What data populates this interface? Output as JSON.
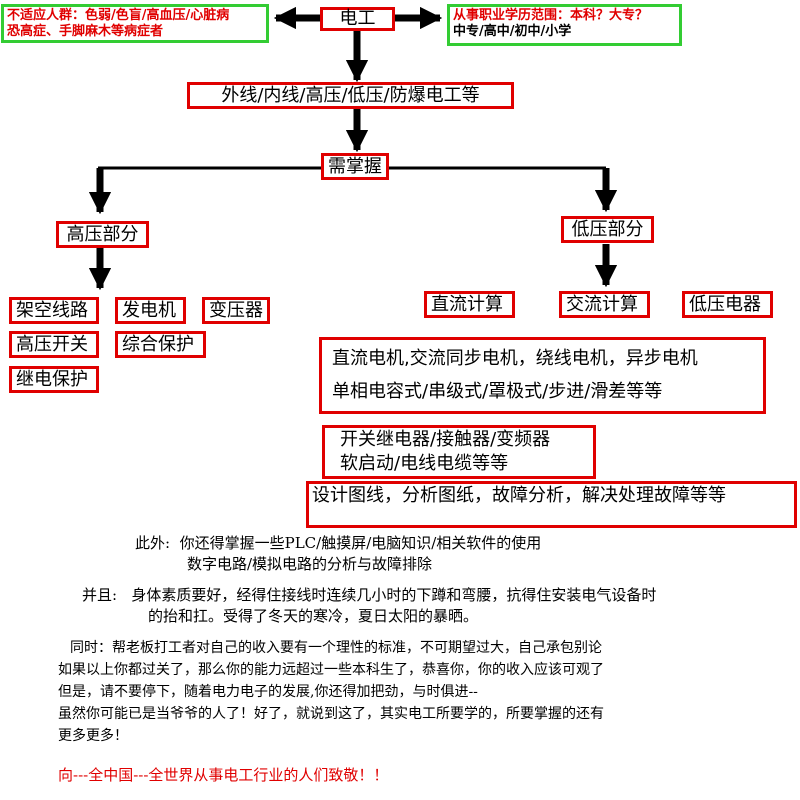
{
  "colors": {
    "box_border": "#e00000",
    "note_border": "#33cc33",
    "arrow": "#000000",
    "emphasis": "#e00000"
  },
  "diagram": {
    "root": "电工",
    "left_note": {
      "line1": "不适应人群：色弱/色盲/高血压/心脏病",
      "line2": "恐高症、手脚麻木等病症者"
    },
    "right_note": {
      "line1": "从事职业学历范围：本科？大专？",
      "line2": "中专/高中/初中/小学"
    },
    "level2": "外线/内线/高压/低压/防爆电工等",
    "level3": "需掌握",
    "high": {
      "title": "高压部分",
      "items": [
        "架空线路",
        "发电机",
        "变压器",
        "高压开关",
        "综合保护",
        "继电保护"
      ]
    },
    "low": {
      "title": "低压部分",
      "items": [
        "直流计算",
        "交流计算",
        "低压电器"
      ],
      "motors": {
        "line1": "直流电机,交流同步电机，绕线电机，异步电机",
        "line2": "单相电容式/串级式/罩极式/步进/滑差等等"
      },
      "relays": {
        "line1": "开关继电器/接触器/变频器",
        "line2": "软启动/电线电缆等等"
      },
      "drawings": "设计图线，分析图纸，故障分析，解决处理故障等等"
    }
  },
  "notes": {
    "also_label": "此外:",
    "also_line1": "你还得掌握一些PLC/触摸屏/电脑知识/相关软件的使用",
    "also_line2": "数字电路/模拟电路的分析与故障排除",
    "and_label": "并且:",
    "and_line1": "身体素质要好，经得住接线时连续几小时的下蹲和弯腰，抗得住安装电气设备时",
    "and_line2": "的抬和扛。受得了冬天的寒冷，夏日太阳的暴晒。",
    "meanwhile": [
      "同时：帮老板打工者对自己的收入要有一个理性的标准，不可期望过大，自己承包别论",
      "如果以上你都过关了，那么你的能力远超过一些本科生了，恭喜你，你的收入应该可观了",
      "但是，请不要停下，随着电力电子的发展,你还得加把劲，与时俱进--",
      "虽然你可能已是当爷爷的人了！好了，就说到这了，其实电工所要学的，所要掌握的还有",
      "更多更多！"
    ],
    "salute": "向---全中国---全世界从事电工行业的人们致敬！！"
  }
}
